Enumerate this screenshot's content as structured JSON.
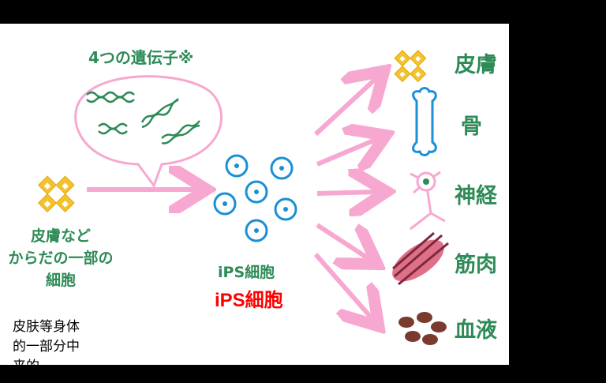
{
  "diagram": {
    "genes_label": "4つの遺伝子※",
    "source_label_lines": [
      "皮膚など",
      "からだの一部の",
      "細胞"
    ],
    "chinese_note": "皮肤等身体的一部分中来的",
    "ips_label_jp": "iPS細胞",
    "ips_label_red": "iPS細胞",
    "targets": [
      {
        "label": "皮膚",
        "icon": "skin-cells-icon"
      },
      {
        "label": "骨",
        "icon": "bone-icon"
      },
      {
        "label": "神経",
        "icon": "neuron-icon"
      },
      {
        "label": "筋肉",
        "icon": "muscle-icon"
      },
      {
        "label": "血液",
        "icon": "blood-cells-icon"
      }
    ],
    "colors": {
      "arrow": "#f7a8d0",
      "text_green": "#2e8b57",
      "skin_yellow": "#f2c230",
      "cell_blue": "#1a8fd6",
      "muscle_red": "#c0405a",
      "blood_brown": "#7a3b2e"
    }
  }
}
